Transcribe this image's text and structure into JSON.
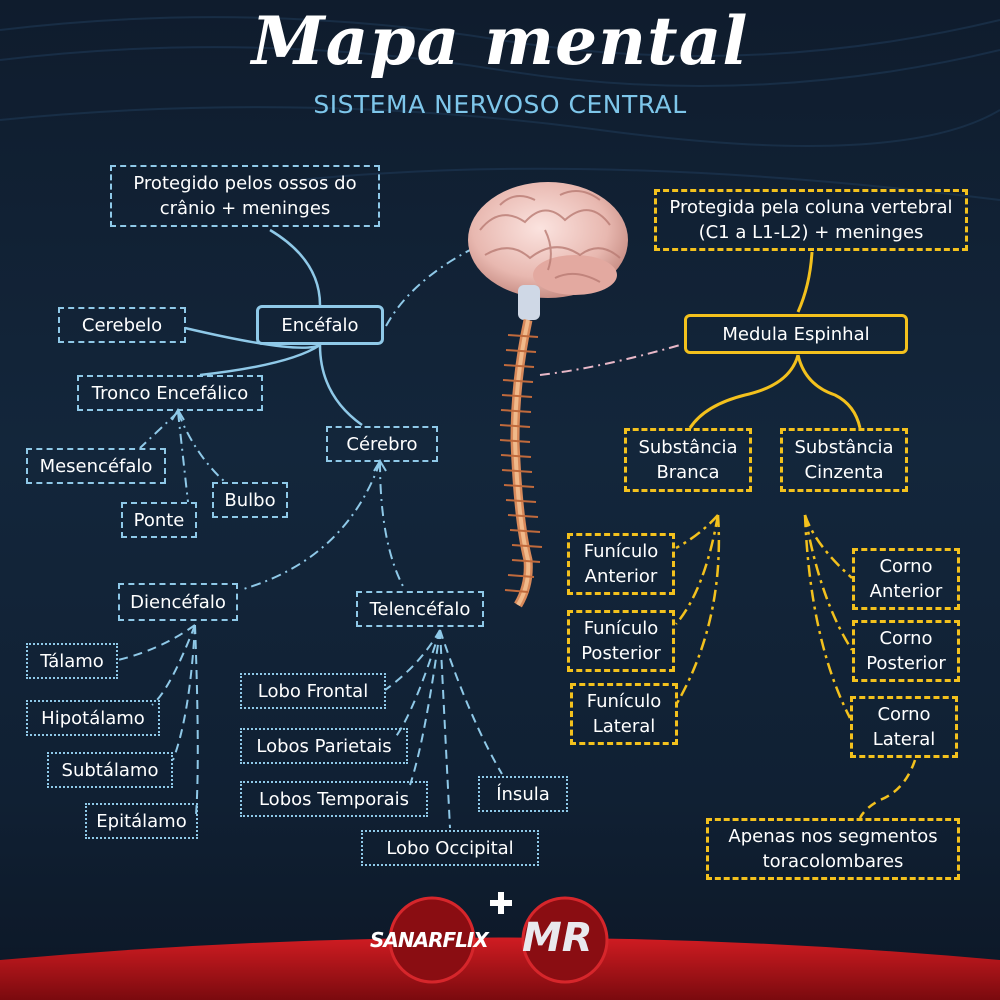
{
  "title": "Mapa mental",
  "subtitle": "SISTEMA NERVOSO CENTRAL",
  "colors": {
    "blue": "#8fc9e8",
    "yellow": "#f3c11d",
    "background": "#13263b",
    "red": "#c0151a"
  },
  "left": {
    "protegido": "Protegido pelos ossos do crânio + meninges",
    "encefalo": "Encéfalo",
    "cerebelo": "Cerebelo",
    "tronco": "Tronco Encefálico",
    "mesencefalo": "Mesencéfalo",
    "ponte": "Ponte",
    "bulbo": "Bulbo",
    "cerebro": "Cérebro",
    "diencefalo": "Diencéfalo",
    "talamo": "Tálamo",
    "hipotalamo": "Hipotálamo",
    "subtalamo": "Subtálamo",
    "epitalamo": "Epitálamo",
    "telencefalo": "Telencéfalo",
    "lobo_frontal": "Lobo Frontal",
    "lobos_parietais": "Lobos Parietais",
    "lobos_temporais": "Lobos Temporais",
    "insula": "Ínsula",
    "lobo_occipital": "Lobo Occipital"
  },
  "right": {
    "protegida": "Protegida pela coluna vertebral (C1 a L1-L2) + meninges",
    "medula": "Medula Espinhal",
    "branca": "Substância Branca",
    "cinzenta": "Substância Cinzenta",
    "funiculo_anterior": "Funículo Anterior",
    "funiculo_posterior": "Funículo Posterior",
    "funiculo_lateral": "Funículo Lateral",
    "corno_anterior": "Corno Anterior",
    "corno_posterior": "Corno Posterior",
    "corno_lateral": "Corno Lateral",
    "apenas": "Apenas nos segmentos toracolombares"
  },
  "logos": {
    "sanarflix": "SANARFLIX",
    "mr": "MR"
  },
  "icons": {
    "brain": "brain-illustration-icon",
    "spine": "spinal-cord-illustration-icon"
  }
}
